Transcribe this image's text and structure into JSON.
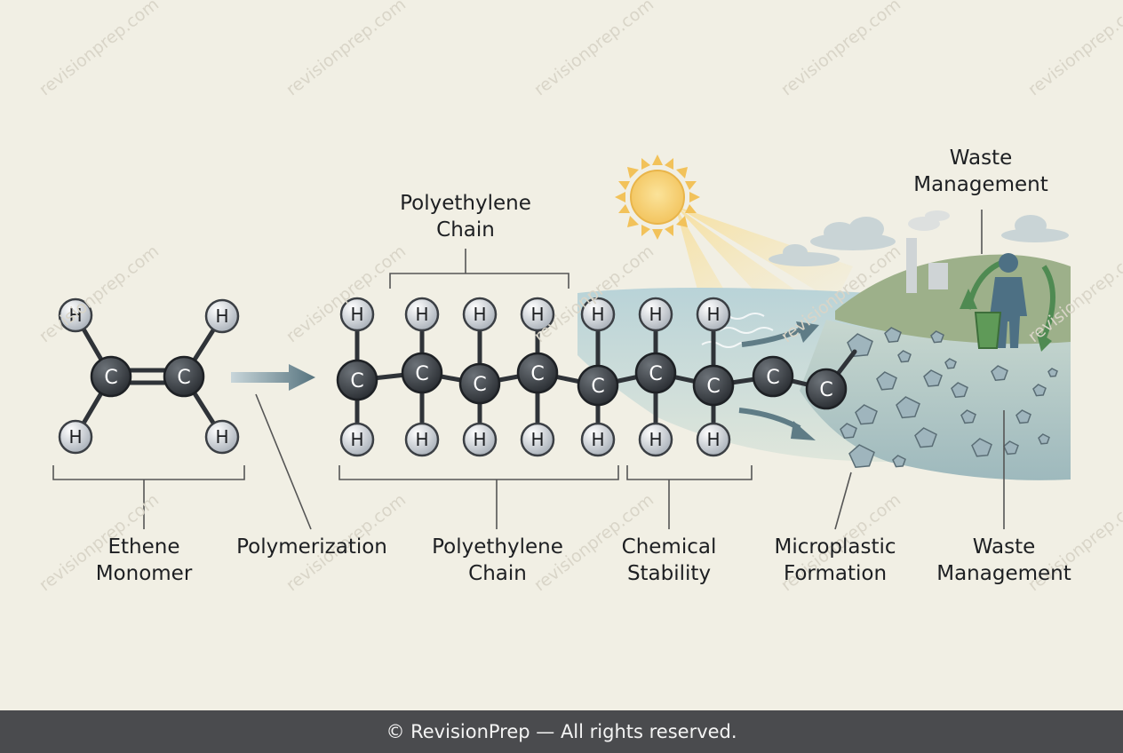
{
  "labels": {
    "chain_top": [
      "Polyethylene",
      "Chain"
    ],
    "waste_top": [
      "Waste",
      "Management"
    ],
    "ethene_monomer": [
      "Ethene",
      "Monomer"
    ],
    "polymerization": "Polymerization",
    "polyethylene_chain": [
      "Polyethylene",
      "Chain"
    ],
    "chemical_stability": [
      "Chemical",
      "Stability"
    ],
    "microplastic_formation": [
      "Microplastic",
      "Formation"
    ],
    "waste_management": [
      "Waste",
      "Management"
    ]
  },
  "atoms": {
    "carbon": "C",
    "hydrogen": "H"
  },
  "watermark": "revisionprep.com",
  "footer": "© RevisionPrep — All rights reserved.",
  "colors": {
    "background": "#f1efe4",
    "carbon": "#3b3f44",
    "hydrogen": "#c9ced4",
    "arrow": "#5f7c86",
    "water": "#9fbfc7",
    "land": "#9db08a",
    "figure": "#4d7084",
    "recycle": "#4f8a52",
    "footer_bg": "#4a4b4e"
  }
}
